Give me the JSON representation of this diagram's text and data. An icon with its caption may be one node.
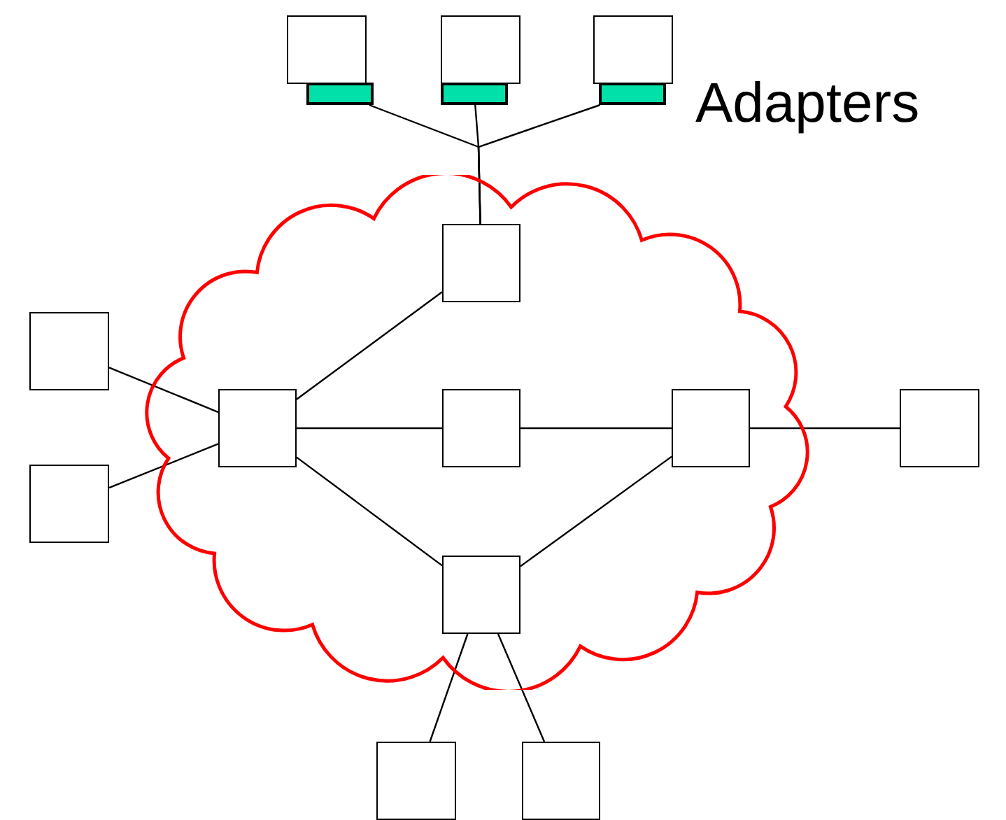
{
  "diagram": {
    "nodes": [
      {
        "text": [],
        "shape": "cloud"
      },
      {
        "text": [],
        "shape": "box"
      },
      {
        "text": [],
        "shape": "box"
      },
      {
        "text": [],
        "shape": "box"
      },
      {
        "text": [],
        "shape": "bar"
      },
      {
        "text": [],
        "shape": "bar"
      },
      {
        "text": [],
        "shape": "bar"
      },
      {
        "text": [],
        "shape": "box",
        "in": 0
      },
      {
        "text": [],
        "shape": "box"
      },
      {
        "text": [],
        "shape": "box"
      },
      {
        "text": [],
        "shape": "box",
        "in": 0
      },
      {
        "text": [],
        "shape": "box",
        "in": 0
      },
      {
        "text": [],
        "shape": "box",
        "in": 0
      },
      {
        "text": [],
        "shape": "box"
      },
      {
        "text": [],
        "shape": "box",
        "in": 0
      },
      {
        "text": [],
        "shape": "box"
      },
      {
        "text": [],
        "shape": "box"
      }
    ],
    "edges": [
      {
        "from": 4,
        "to": 7,
        "arrow": "none"
      },
      {
        "from": 5,
        "to": 7,
        "arrow": "none"
      },
      {
        "from": 6,
        "to": 7,
        "arrow": "none"
      },
      {
        "from": 7,
        "to": 10,
        "arrow": "none"
      },
      {
        "from": 8,
        "to": 10,
        "arrow": "none"
      },
      {
        "from": 9,
        "to": 10,
        "arrow": "none"
      },
      {
        "from": 10,
        "to": 11,
        "arrow": "none"
      },
      {
        "from": 10,
        "to": 14,
        "arrow": "none"
      },
      {
        "from": 11,
        "to": 12,
        "arrow": "none"
      },
      {
        "from": 12,
        "to": 13,
        "arrow": "none"
      },
      {
        "from": 12,
        "to": 14,
        "arrow": "none"
      },
      {
        "from": 14,
        "to": 15,
        "arrow": "none"
      },
      {
        "from": 14,
        "to": 16,
        "arrow": "none"
      }
    ],
    "labels": [
      "Adapters"
    ]
  }
}
